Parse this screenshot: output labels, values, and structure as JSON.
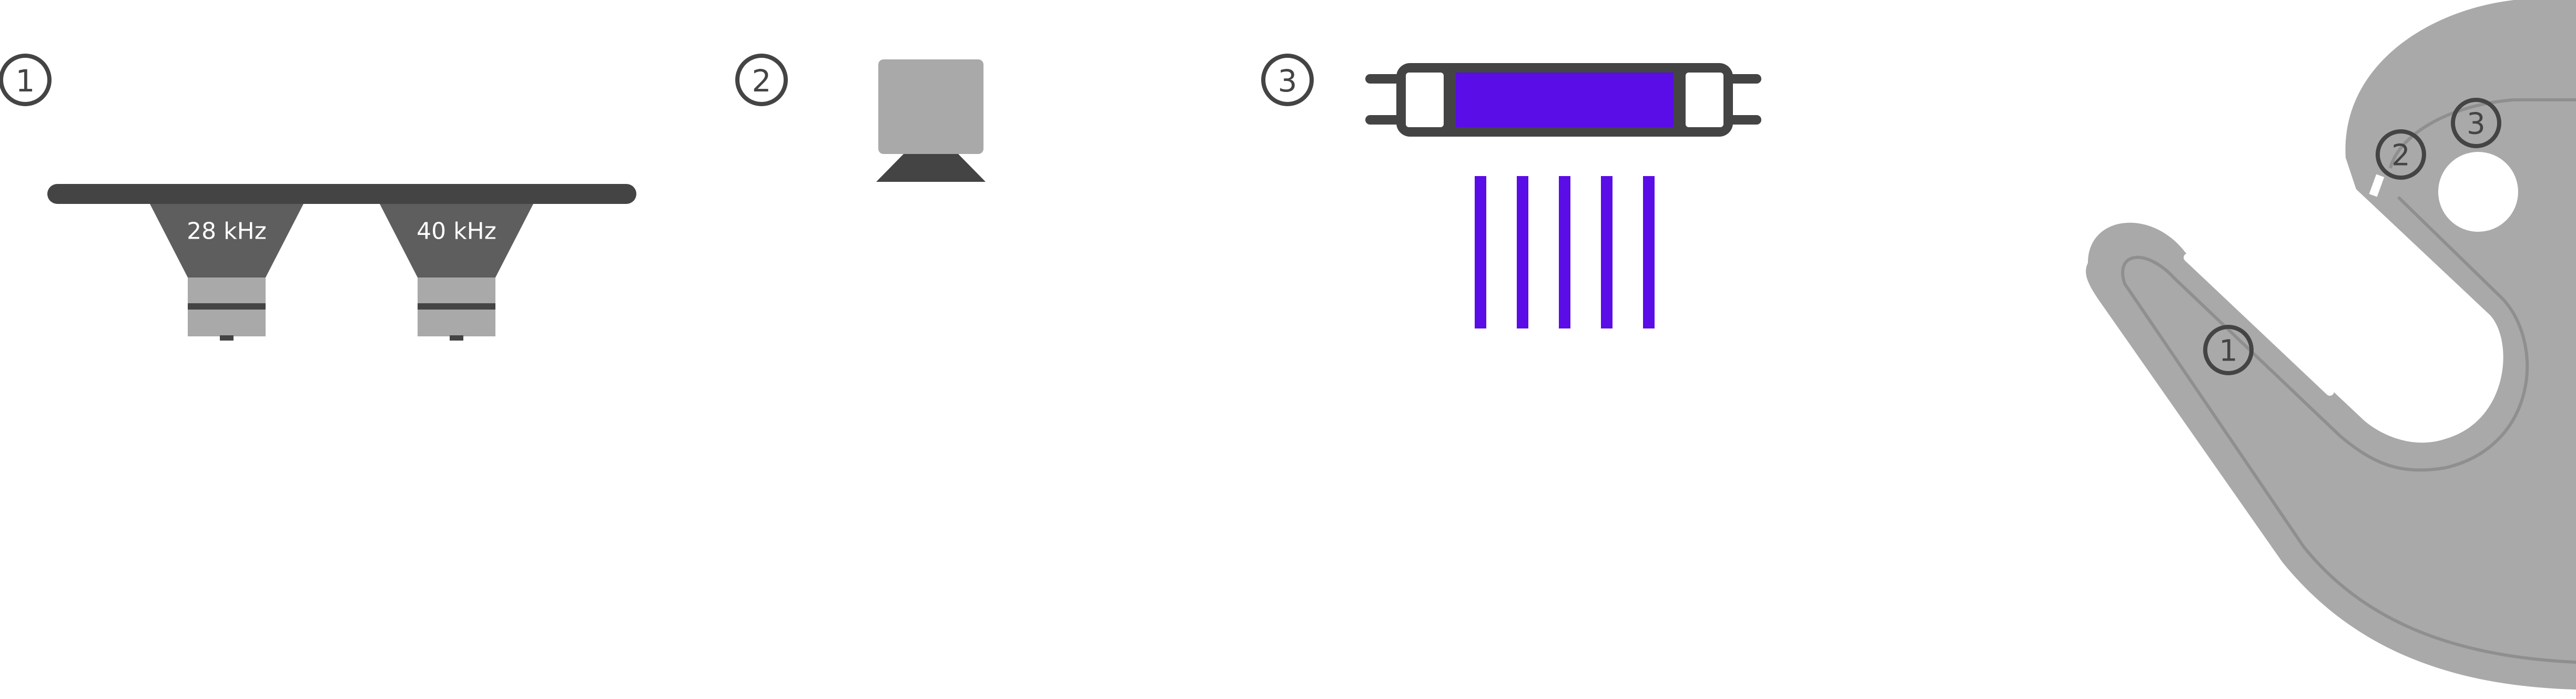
{
  "colors": {
    "dark": "#444444",
    "mid_gray": "#5e5e5e",
    "light_gray": "#a9a9a9",
    "uv_purple": "#5a0de6",
    "background": "#ffffff"
  },
  "sections": [
    {
      "number": "1",
      "component": "ultrasonic transducers",
      "transducers": [
        {
          "frequency": "28 kHz"
        },
        {
          "frequency": "40 kHz"
        }
      ]
    },
    {
      "number": "2",
      "component": "light gray block on dark base"
    },
    {
      "number": "3",
      "component": "uv lamp",
      "ray_count": 5
    }
  ],
  "device": {
    "callouts": [
      {
        "number": "1",
        "label_target": "slot"
      },
      {
        "number": "2",
        "label_target": "notch"
      },
      {
        "number": "3",
        "label_target": "hole"
      }
    ]
  }
}
